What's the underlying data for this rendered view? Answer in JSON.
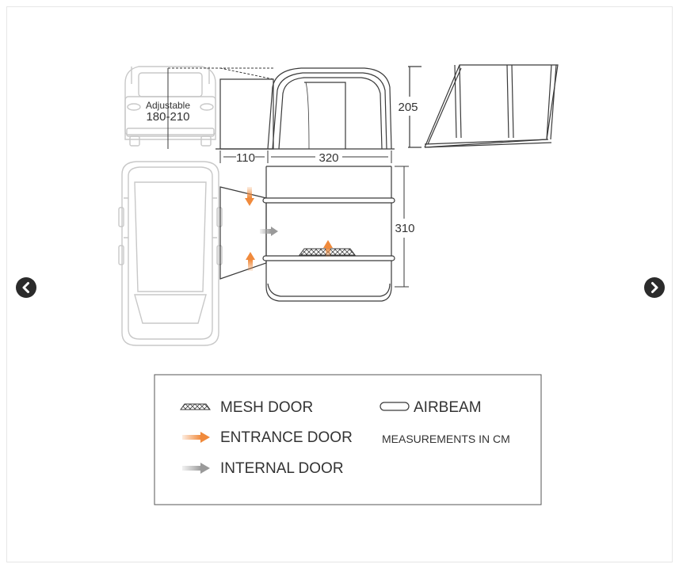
{
  "dimensions": {
    "adjustable_label": "Adjustable",
    "adjustable_range": "180-210",
    "width_annex": "110",
    "width_main": "320",
    "height": "205",
    "depth": "310"
  },
  "legend": {
    "mesh_door": "MESH DOOR",
    "entrance_door": "ENTRANCE DOOR",
    "internal_door": "INTERNAL DOOR",
    "airbeam": "AIRBEAM",
    "units_note": "MEASUREMENTS IN CM"
  },
  "colors": {
    "entrance_arrow": "#f08a3c",
    "internal_arrow": "#a8a8a8",
    "line": "#3a3a3a",
    "vehicle": "#c8c8c8"
  },
  "icons": {
    "prev": "chevron-left-icon",
    "next": "chevron-right-icon"
  }
}
